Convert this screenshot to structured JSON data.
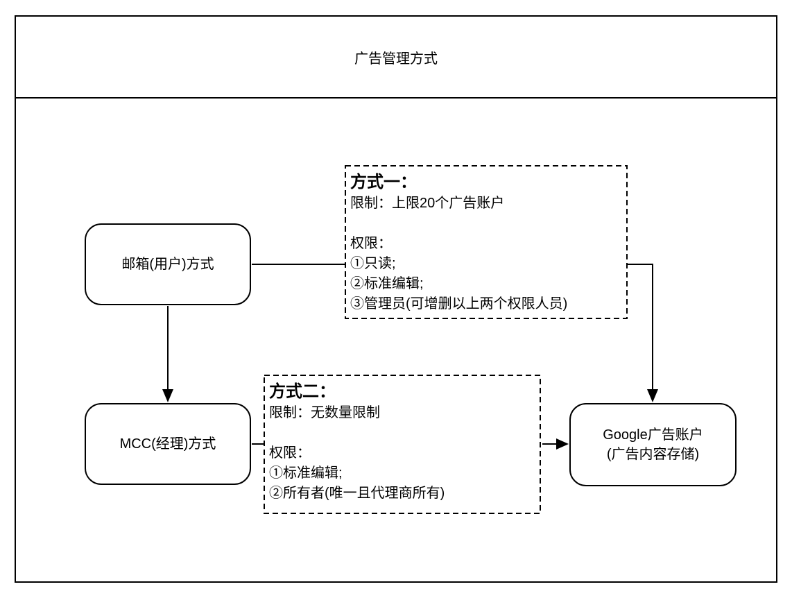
{
  "title": "广告管理方式",
  "colors": {
    "stroke": "#000000",
    "background": "#ffffff",
    "text": "#000000"
  },
  "nodes": {
    "email": {
      "label": "邮箱(用户)方式"
    },
    "mcc": {
      "label": "MCC(经理)方式"
    },
    "google": {
      "line1": "Google广告账户",
      "line2": "(广告内容存储)"
    }
  },
  "notes": {
    "method1": {
      "header": "方式一：",
      "lines": [
        "限制：上限20个广告账户",
        "",
        "权限：",
        "①只读;",
        "②标准编辑;",
        "③管理员(可增删以上两个权限人员)"
      ]
    },
    "method2": {
      "header": "方式二：",
      "lines": [
        "限制：无数量限制",
        "",
        "权限：",
        "①标准编辑;",
        "②所有者(唯一且代理商所有)"
      ]
    }
  }
}
